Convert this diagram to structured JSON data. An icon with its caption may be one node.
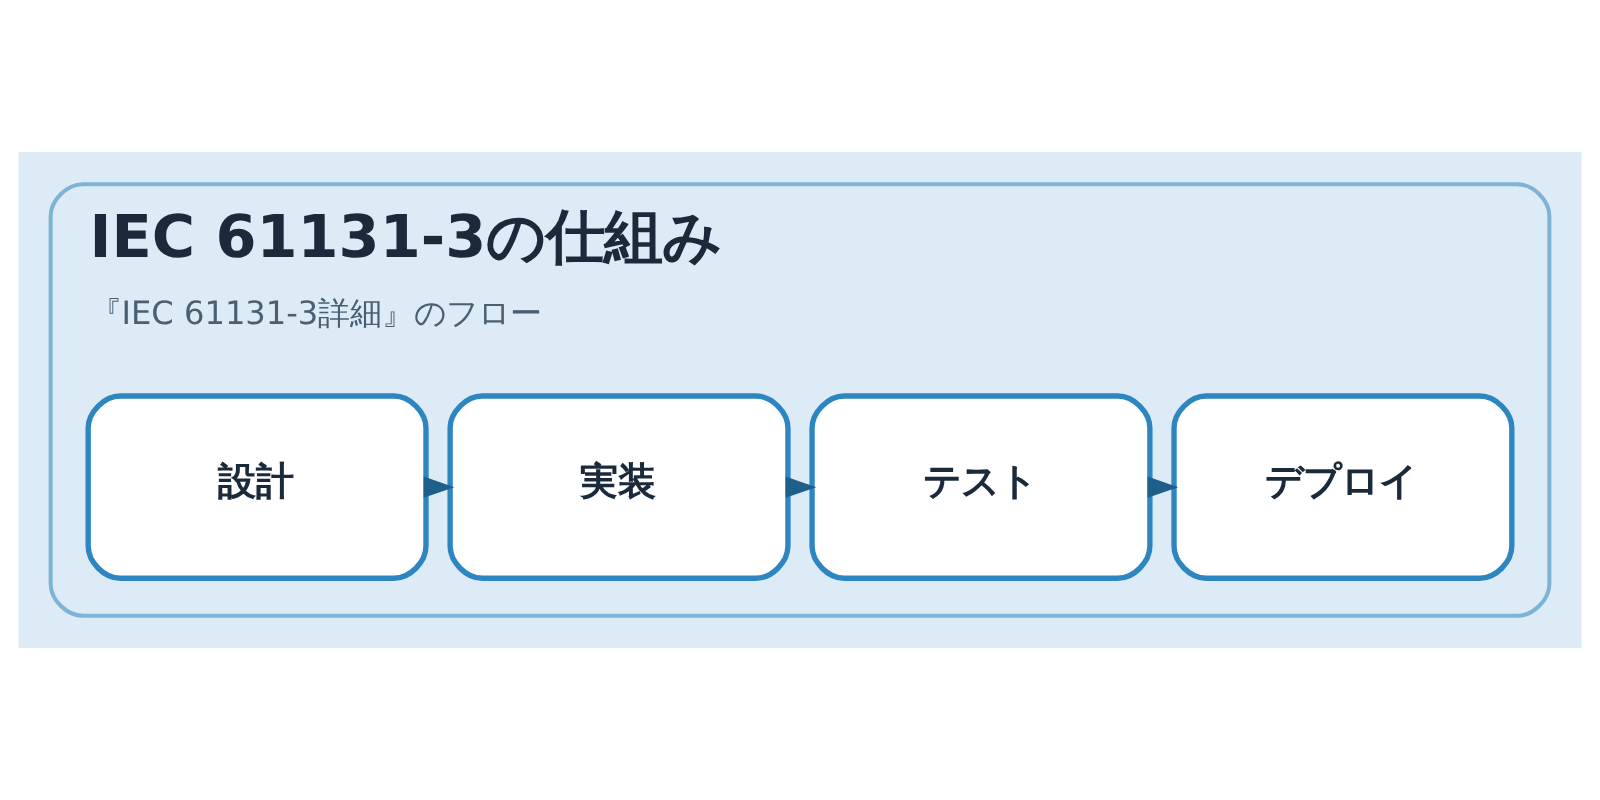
{
  "diagram": {
    "nodes": [
      {
        "text": [
          "IEC 61131-3の仕組み",
          "『IEC 61131-3詳細』のフロー"
        ]
      },
      {
        "text": [
          "設計"
        ],
        "in": 0
      },
      {
        "text": [
          "実装"
        ],
        "in": 0
      },
      {
        "text": [
          "テスト"
        ],
        "in": 0
      },
      {
        "text": [
          "デプロイ"
        ],
        "in": 0
      }
    ],
    "edges": [
      {
        "from": 1,
        "to": 2,
        "arrow": "to"
      },
      {
        "from": 2,
        "to": 3,
        "arrow": "to"
      },
      {
        "from": 3,
        "to": 4,
        "arrow": "to"
      }
    ]
  }
}
